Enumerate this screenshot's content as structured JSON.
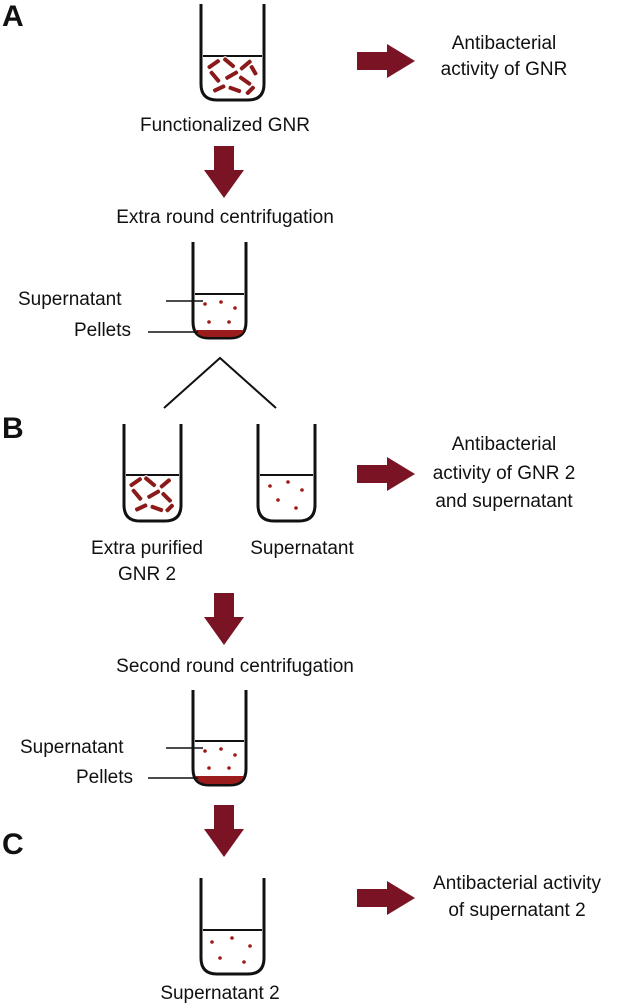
{
  "panels": {
    "a": "A",
    "b": "B",
    "c": "C"
  },
  "step_a": {
    "tube_label": "Functionalized GNR",
    "result_line1": "Antibacterial",
    "result_line2": "activity of GNR",
    "process": "Extra round centrifugation"
  },
  "centrifuge_1": {
    "supernatant_label": "Supernatant",
    "pellets_label": "Pellets"
  },
  "step_b": {
    "tube1_line1": "Extra purified",
    "tube1_line2": "GNR 2",
    "tube2_label": "Supernatant",
    "result_line1": "Antibacterial",
    "result_line2": "activity of GNR 2",
    "result_line3": "and supernatant",
    "process": "Second round centrifugation"
  },
  "centrifuge_2": {
    "supernatant_label": "Supernatant",
    "pellets_label": "Pellets"
  },
  "step_c": {
    "tube_label": "Supernatant 2",
    "result_line1": "Antibacterial activity",
    "result_line2": "of supernatant 2"
  },
  "colors": {
    "arrow": "#7a1424",
    "rod": "#8b1a1a",
    "pellet": "#9b1c1c",
    "dot": "#a01818",
    "line": "#111111"
  }
}
